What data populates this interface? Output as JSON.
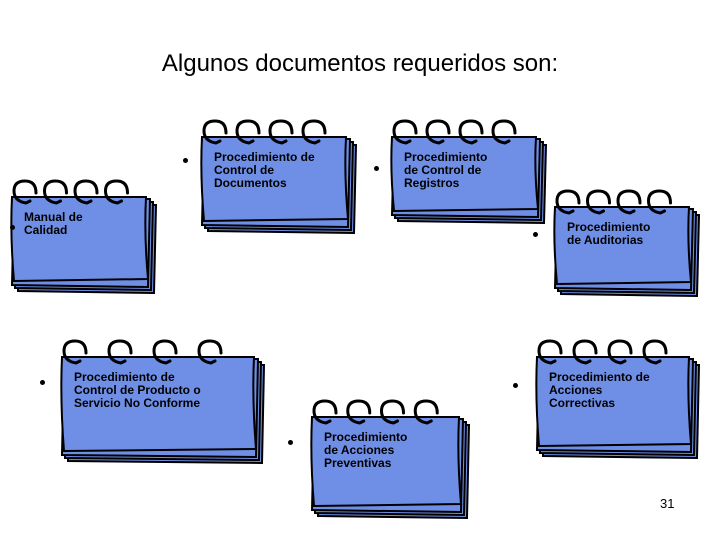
{
  "title": "Algunos documentos requeridos son:",
  "notes": [
    {
      "id": "manual",
      "lines": [
        "Manual de",
        "Calidad"
      ]
    },
    {
      "id": "control-documentos",
      "lines": [
        "Procedimiento de",
        "Control de",
        "Documentos"
      ]
    },
    {
      "id": "control-registros",
      "lines": [
        "Procedimiento",
        "de Control de",
        "Registros"
      ]
    },
    {
      "id": "auditorias",
      "lines": [
        "Procedimiento",
        "de Auditorias"
      ]
    },
    {
      "id": "producto-no-conforme",
      "lines": [
        "Procedimiento de",
        "Control de Producto o",
        "Servicio No Conforme"
      ]
    },
    {
      "id": "acciones-correctivas",
      "lines": [
        "Procedimiento de",
        "Acciones",
        "Correctivas"
      ]
    },
    {
      "id": "acciones-preventivas",
      "lines": [
        "Procedimiento",
        "de Acciones",
        "Preventivas"
      ]
    }
  ],
  "page_number": "31",
  "colors": {
    "note_fill": "#6f8fe6",
    "outline": "#000000"
  }
}
